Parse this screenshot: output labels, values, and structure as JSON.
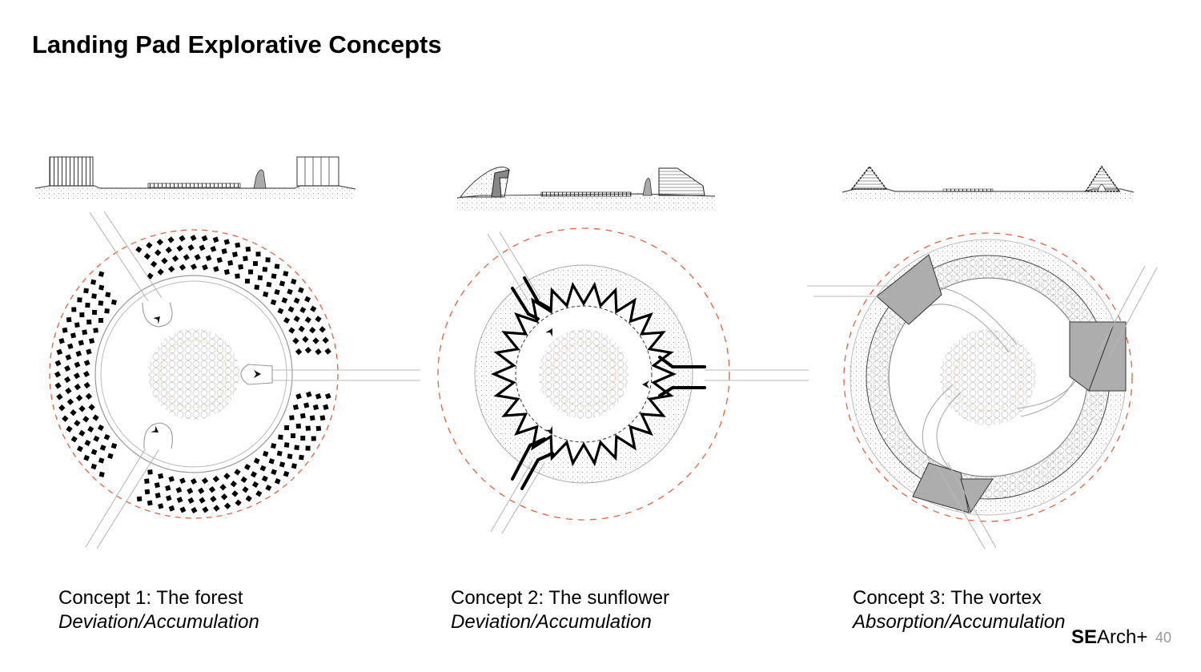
{
  "slide": {
    "title": "Landing Pad Explorative Concepts",
    "page_number": "40"
  },
  "logo": {
    "bold_part": "SE",
    "rest": "Arch+"
  },
  "concepts": [
    {
      "name": "Concept 1: The forest",
      "subtitle": "Deviation/Accumulation"
    },
    {
      "name": "Concept 2: The sunflower",
      "subtitle": "Deviation/Accumulation"
    },
    {
      "name": "Concept 3: The vortex",
      "subtitle": "Absorption/Accumulation"
    }
  ],
  "colors": {
    "line": "#b8b8b8",
    "dark": "#000000",
    "accent_dashed": "#e8603c",
    "fill_gray": "#a8a8a8",
    "orange_dot": "#f0c070"
  }
}
